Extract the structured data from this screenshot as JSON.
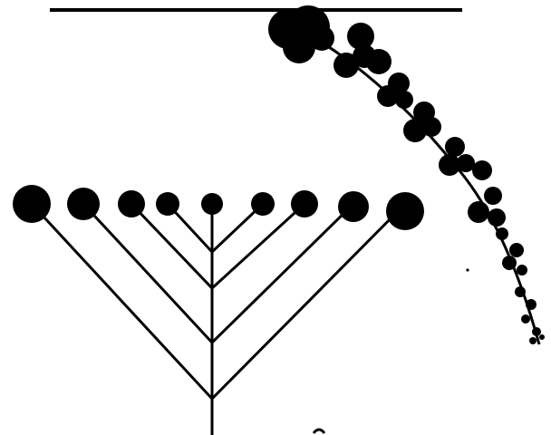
{
  "figure": {
    "ink_color": "#000000",
    "paper_color": "#ffffff",
    "top_rule": {
      "kind": "horizontal-line"
    },
    "candelabra_diagram": {
      "kind": "branching-tree",
      "branch_tip_count": 9,
      "tips_left_to_right": [
        {
          "name": "tip-1",
          "relative_size": "large"
        },
        {
          "name": "tip-2",
          "relative_size": "medium-large"
        },
        {
          "name": "tip-3",
          "relative_size": "medium"
        },
        {
          "name": "tip-4",
          "relative_size": "small"
        },
        {
          "name": "tip-5",
          "relative_size": "smallest"
        },
        {
          "name": "tip-6",
          "relative_size": "small"
        },
        {
          "name": "tip-7",
          "relative_size": "medium"
        },
        {
          "name": "tip-8",
          "relative_size": "medium-large"
        },
        {
          "name": "tip-9",
          "relative_size": "large"
        }
      ]
    },
    "bead_chain": {
      "kind": "curved-chain-of-blobs",
      "description_note": ""
    }
  }
}
